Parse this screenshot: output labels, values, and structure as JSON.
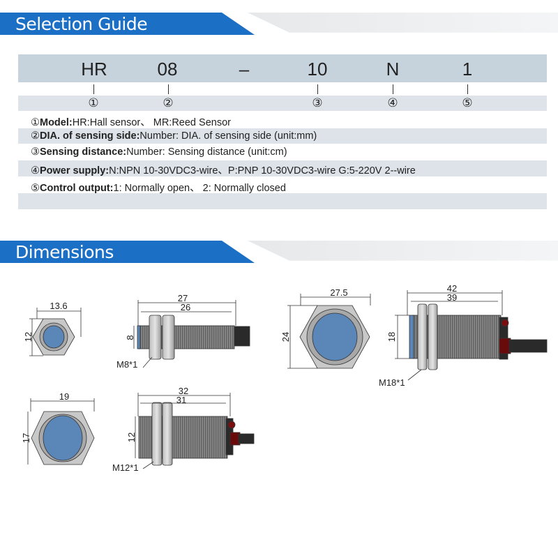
{
  "selection_guide": {
    "title": "Selection Guide",
    "code": [
      "HR",
      "08",
      "–",
      "10",
      "N",
      "1"
    ],
    "markers": [
      "①",
      "②",
      "③",
      "④",
      "⑤"
    ],
    "rows": [
      {
        "num": "①",
        "label": "Model:",
        "text": "HR:Hall sensor、 MR:Reed Sensor"
      },
      {
        "num": "②",
        "label": "DIA. of sensing side:",
        "text": "Number: DIA. of sensing side (unit:mm)"
      },
      {
        "num": "③",
        "label": "Sensing distance:",
        "text": "Number: Sensing distance (unit:cm)"
      },
      {
        "num": "④",
        "label": "Power supply:",
        "text": "N:NPN 10-30VDC3-wire、P:PNP 10-30VDC3-wire G:5-220V 2--wire"
      },
      {
        "num": "⑤",
        "label": "Control output:",
        "text": "1: Normally open、 2: Normally closed"
      }
    ]
  },
  "dimensions": {
    "title": "Dimensions",
    "m8": {
      "hex_width": "13.6",
      "hex_height": "12",
      "total": "27",
      "body": "26",
      "dia": "8",
      "thread": "M8*1"
    },
    "m18": {
      "hex_width": "27.5",
      "hex_height": "24",
      "total": "42",
      "body": "39",
      "dia": "18",
      "thread": "M18*1"
    },
    "m12": {
      "hex_width": "19",
      "hex_height": "17",
      "total": "32",
      "body": "31",
      "dia": "12",
      "thread": "M12*1"
    }
  },
  "colors": {
    "accent": "#1b6fc4",
    "band": "#dde3e8",
    "face": "#5b86b8"
  }
}
